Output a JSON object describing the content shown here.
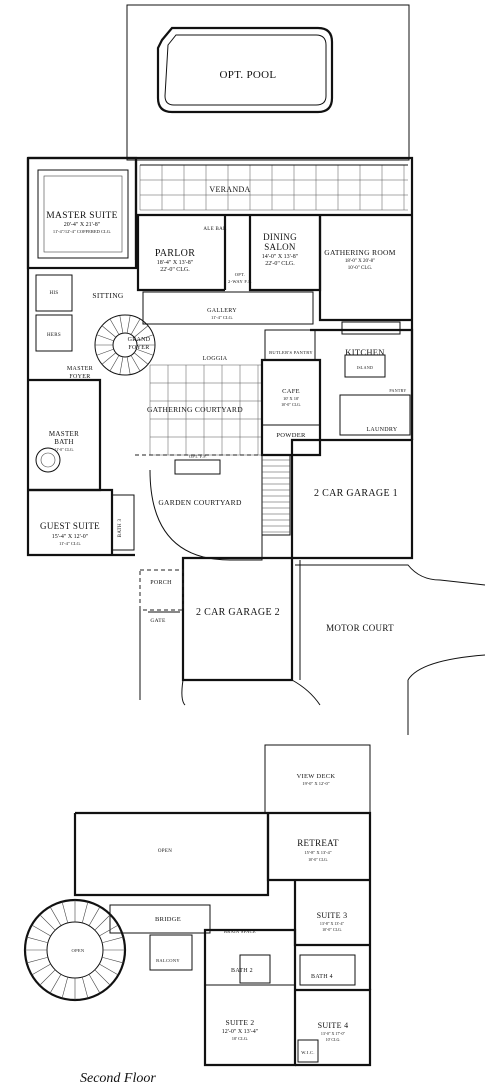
{
  "rooms": {
    "pool": "OPT. POOL",
    "veranda": "VERANDA",
    "master_suite": {
      "name": "MASTER SUITE",
      "dims": "20'-4\" X 21'-8\"",
      "note": "11'-4\"/12'-4\" COFFERED CLG."
    },
    "ale_bar": "ALE BAR",
    "parlor": {
      "name": "PARLOR",
      "dims": "18'-4\" X 13'-8\"",
      "note": "22'-0\" CLG."
    },
    "dining": {
      "name": "DINING",
      "name2": "SALON",
      "dims": "14'-0\" X 13'-8\"",
      "note": "22'-0\" CLG."
    },
    "fireplace": {
      "l1": "OPT.",
      "l2": "2-WAY F.P."
    },
    "gathering_room": {
      "name": "GATHERING ROOM",
      "dims": "18'-0\" X 20'-8\"",
      "note": "10'-0\" CLG."
    },
    "his": "HIS",
    "hers": "HERS",
    "sitting": "SITTING",
    "gallery": {
      "name": "GALLERY",
      "note": "11'-4\" CLG."
    },
    "grand_foyer": {
      "l1": "GRAND",
      "l2": "FOYER"
    },
    "loggia": "LOGGIA",
    "butlers_pantry": "BUTLER'S PANTRY",
    "kitchen": "KITCHEN",
    "island": "ISLAND",
    "pantry": "PANTRY",
    "master_foyer": {
      "l1": "MASTER",
      "l2": "FOYER"
    },
    "master_bath": {
      "name": "MASTER",
      "name2": "BATH",
      "note": "11'-0\" CLG."
    },
    "gathering_courtyard": "GATHERING COURTYARD",
    "cafe": {
      "name": "CAFE",
      "dims": "10' X 10'",
      "note": "10'-0\" CLG."
    },
    "powder": "POWDER",
    "laundry": "LAUNDRY",
    "opt_fp": "OPT. F.P.",
    "garage1": "2 CAR GARAGE 1",
    "garden_courtyard": "GARDEN COURTYARD",
    "guest_suite": {
      "name": "GUEST SUITE",
      "dims": "15'-4\" X 12'-0\"",
      "note": "11'-4\" CLG."
    },
    "bath3": "BATH 3",
    "porch": "PORCH",
    "garage2": "2 CAR GARAGE 2",
    "gate": "GATE",
    "motor_court": "MOTOR COURT",
    "view_deck": {
      "name": "VIEW DECK",
      "dims": "19'-0\" X 12'-0\""
    },
    "open1": "OPEN",
    "retreat": {
      "name": "RETREAT",
      "dims": "15'-8\" X 13'-4\"",
      "note": "10'-0\" CLG."
    },
    "suite3": {
      "name": "SUITE 3",
      "dims": "13'-8\" X 13'-4\"",
      "note": "10'-0\" CLG."
    },
    "bridge": "BRIDGE",
    "open2": "OPEN",
    "brain_space": "BRAIN SPACE",
    "balcony": "BALCONY",
    "bath2": "BATH 2",
    "bath4": "BATH 4",
    "suite2": {
      "name": "SUITE 2",
      "dims": "12'-0\" X 13'-4\"",
      "note": "10' CLG."
    },
    "suite4": {
      "name": "SUITE 4",
      "dims": "13'-0\" X 17'-0\"",
      "note": "10' CLG."
    },
    "wic": "W.I.C."
  },
  "caption": "Second Floor"
}
